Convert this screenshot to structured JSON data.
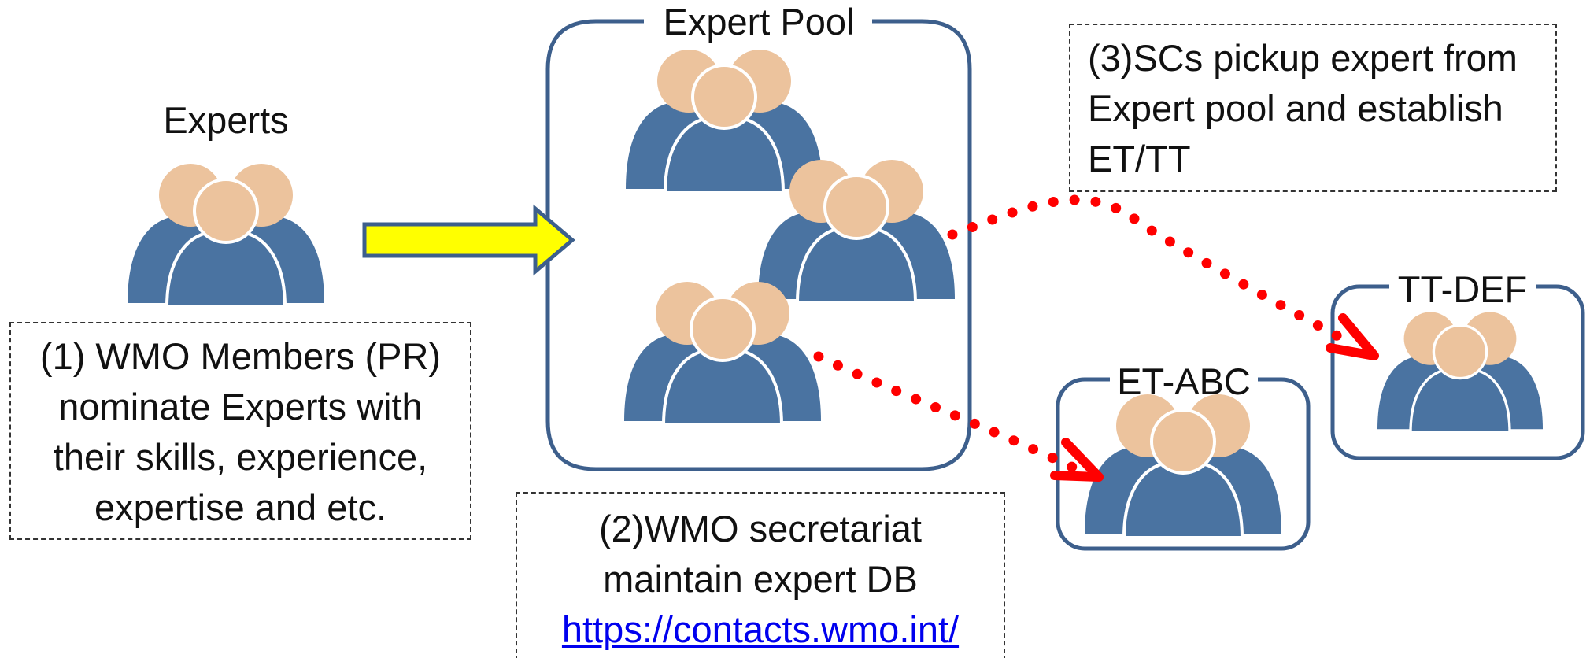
{
  "colors": {
    "frame": "#3d5f8c",
    "person_body": "#4a73a1",
    "person_head": "#ecc39d",
    "arrow_fill": "#ffff00",
    "arrow_stroke": "#3d5f8c",
    "dotted_arrow": "#ff0000",
    "link": "#0000ee"
  },
  "icons": {
    "people": "people-group-icon",
    "flow_arrow": "right-arrow-icon"
  },
  "experts": {
    "label": "Experts"
  },
  "expert_pool": {
    "title": "Expert Pool"
  },
  "groups": [
    {
      "name": "ET-ABC"
    },
    {
      "name": "TT-DEF"
    }
  ],
  "notes": {
    "members": {
      "lines": [
        "(1) WMO Members (PR)",
        "nominate Experts with",
        "their skills, experience,",
        "expertise and etc."
      ]
    },
    "secretariat": {
      "lines": [
        "(2)WMO secretariat",
        "maintain expert DB"
      ],
      "link": "https://contacts.wmo.int/"
    },
    "committees": {
      "lines": [
        "(3)SCs pickup expert from",
        "Expert pool and establish",
        "ET/TT"
      ]
    }
  }
}
